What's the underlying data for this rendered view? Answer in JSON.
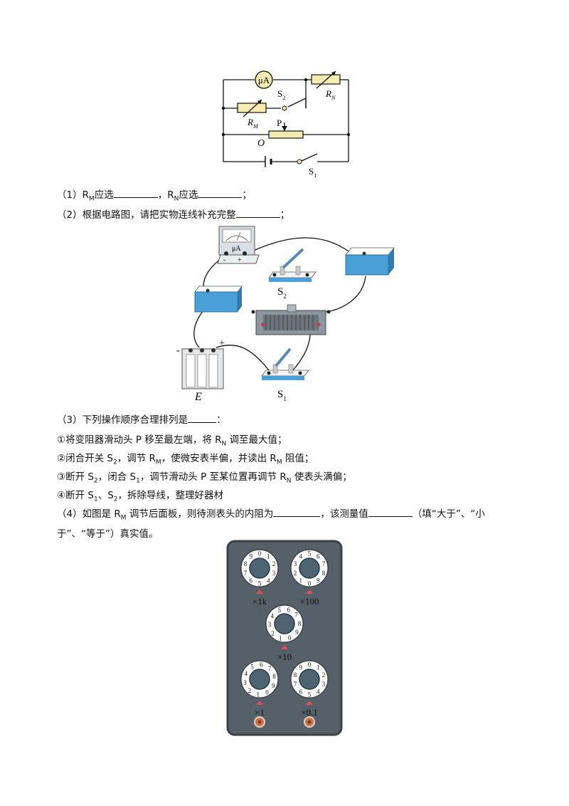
{
  "circuit": {
    "meter_label": "μA",
    "rm_label": "R",
    "rm_sub": "M",
    "rn_label": "R",
    "rn_sub": "N",
    "s2_label": "S",
    "s2_sub": "2",
    "s1_label": "S",
    "s1_sub": "1",
    "p_label": "P",
    "o_label": "O"
  },
  "questions": {
    "q1_a": "（1）R",
    "q1_a_sub": "M",
    "q1_b": "应选",
    "q1_c": "，R",
    "q1_c_sub": "N",
    "q1_d": "应选",
    "q1_e": "；",
    "q2_a": "（2）根据电路图，请把实物连线补充完整",
    "q2_b": "；",
    "q3_a": "（3）下列操作顺序合理排列是",
    "q3_b": "：",
    "step1_a": "①将变阻器滑动头 P 移至最左端，将 R",
    "step1_sub": "N",
    "step1_b": " 调至最大值；",
    "step2_a": "②闭合开关 S",
    "step2_sub1": "2",
    "step2_b": "，调节 R",
    "step2_sub2": "M",
    "step2_c": "，使微安表半偏，并读出 R",
    "step2_sub3": "M",
    "step2_d": " 阻值；",
    "step3_a": "③断开 S",
    "step3_sub1": "2",
    "step3_b": "，闭合 S",
    "step3_sub2": "1",
    "step3_c": "，调节滑动头 P 至某位置再调节 R",
    "step3_sub3": "N",
    "step3_d": " 使表头满偏；",
    "step4_a": "④断开 S",
    "step4_sub1": "1",
    "step4_b": "、S",
    "step4_sub2": "2",
    "step4_c": "，拆除导线，整理好器材",
    "q4_a": "（4）如图是 R",
    "q4_sub": "M",
    "q4_b": " 调节后面板，则待测表头的内阻为",
    "q4_c": "，该测量值",
    "q4_d": "（填“大于”、“小",
    "q4_e": "于”、“等于”）真实值。"
  },
  "apparatus": {
    "meter_label": "μA",
    "minus": "-",
    "plus": "+",
    "s2_label": "S",
    "s2_sub": "2",
    "s1_label": "S",
    "s1_sub": "1",
    "battery_minus": "-",
    "battery_plus": "+",
    "battery_label": "E"
  },
  "resistance_box": {
    "dials": [
      {
        "multiplier": "×1k",
        "digits": "0123456789"
      },
      {
        "multiplier": "×100",
        "digits": "0123456789"
      },
      {
        "multiplier": "×10",
        "digits": "0123456789"
      },
      {
        "multiplier": "×1",
        "digits": "0123456789"
      },
      {
        "multiplier": "×0.1",
        "digits": "0123456789"
      }
    ]
  },
  "colors": {
    "resistor_fill": "#f5eab0",
    "box_blue": "#4a9fd6",
    "panel_bg": "#56606a",
    "panel_border": "#3a4148",
    "pointer_red": "#e05050"
  }
}
